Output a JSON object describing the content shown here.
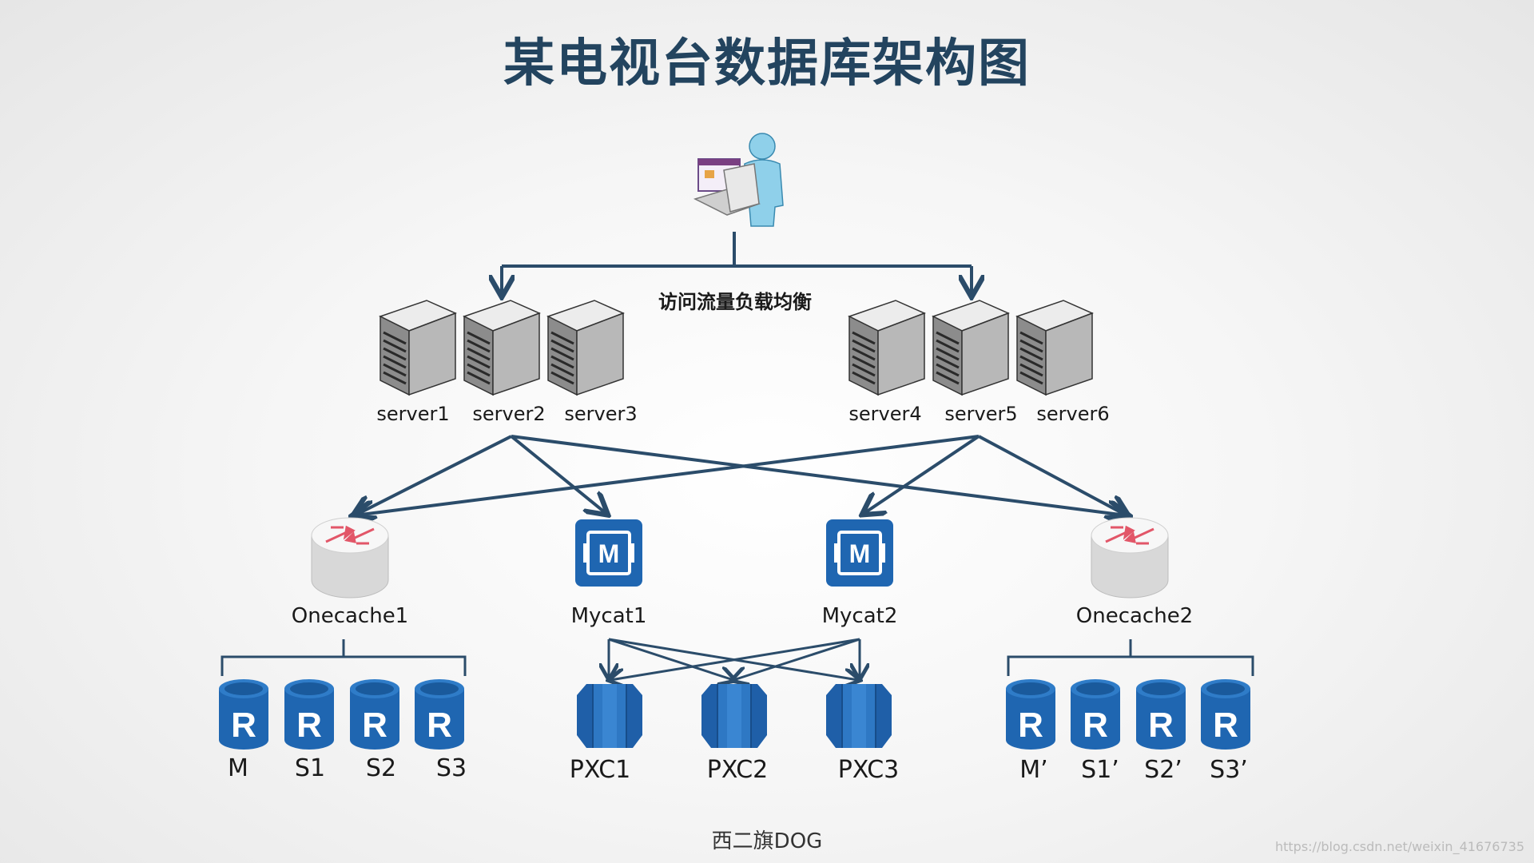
{
  "title": "某电视台数据库架构图",
  "load_balance_label": "访问流量负载均衡",
  "servers": [
    "server1",
    "server2",
    "server3",
    "server4",
    "server5",
    "server6"
  ],
  "middleware": {
    "onecache1": "Onecache1",
    "mycat1": "Mycat1",
    "mycat2": "Mycat2",
    "onecache2": "Onecache2"
  },
  "redis_left": [
    "M",
    "S1",
    "S2",
    "S3"
  ],
  "pxc": [
    "PXC1",
    "PXC2",
    "PXC3"
  ],
  "redis_right": [
    "M’",
    "S1’",
    "S2’",
    "S3’"
  ],
  "redis_icon_letter": "R",
  "mycat_icon_letter": "M",
  "footer": "西二旗DOG",
  "watermark": "https://blog.csdn.net/weixin_41676735",
  "colors": {
    "title": "#23445f",
    "arrow": "#2b4c6a",
    "db_blue": "#1f66b1",
    "server_gray": "#a9a9a9",
    "router_arrow": "#e25668"
  }
}
